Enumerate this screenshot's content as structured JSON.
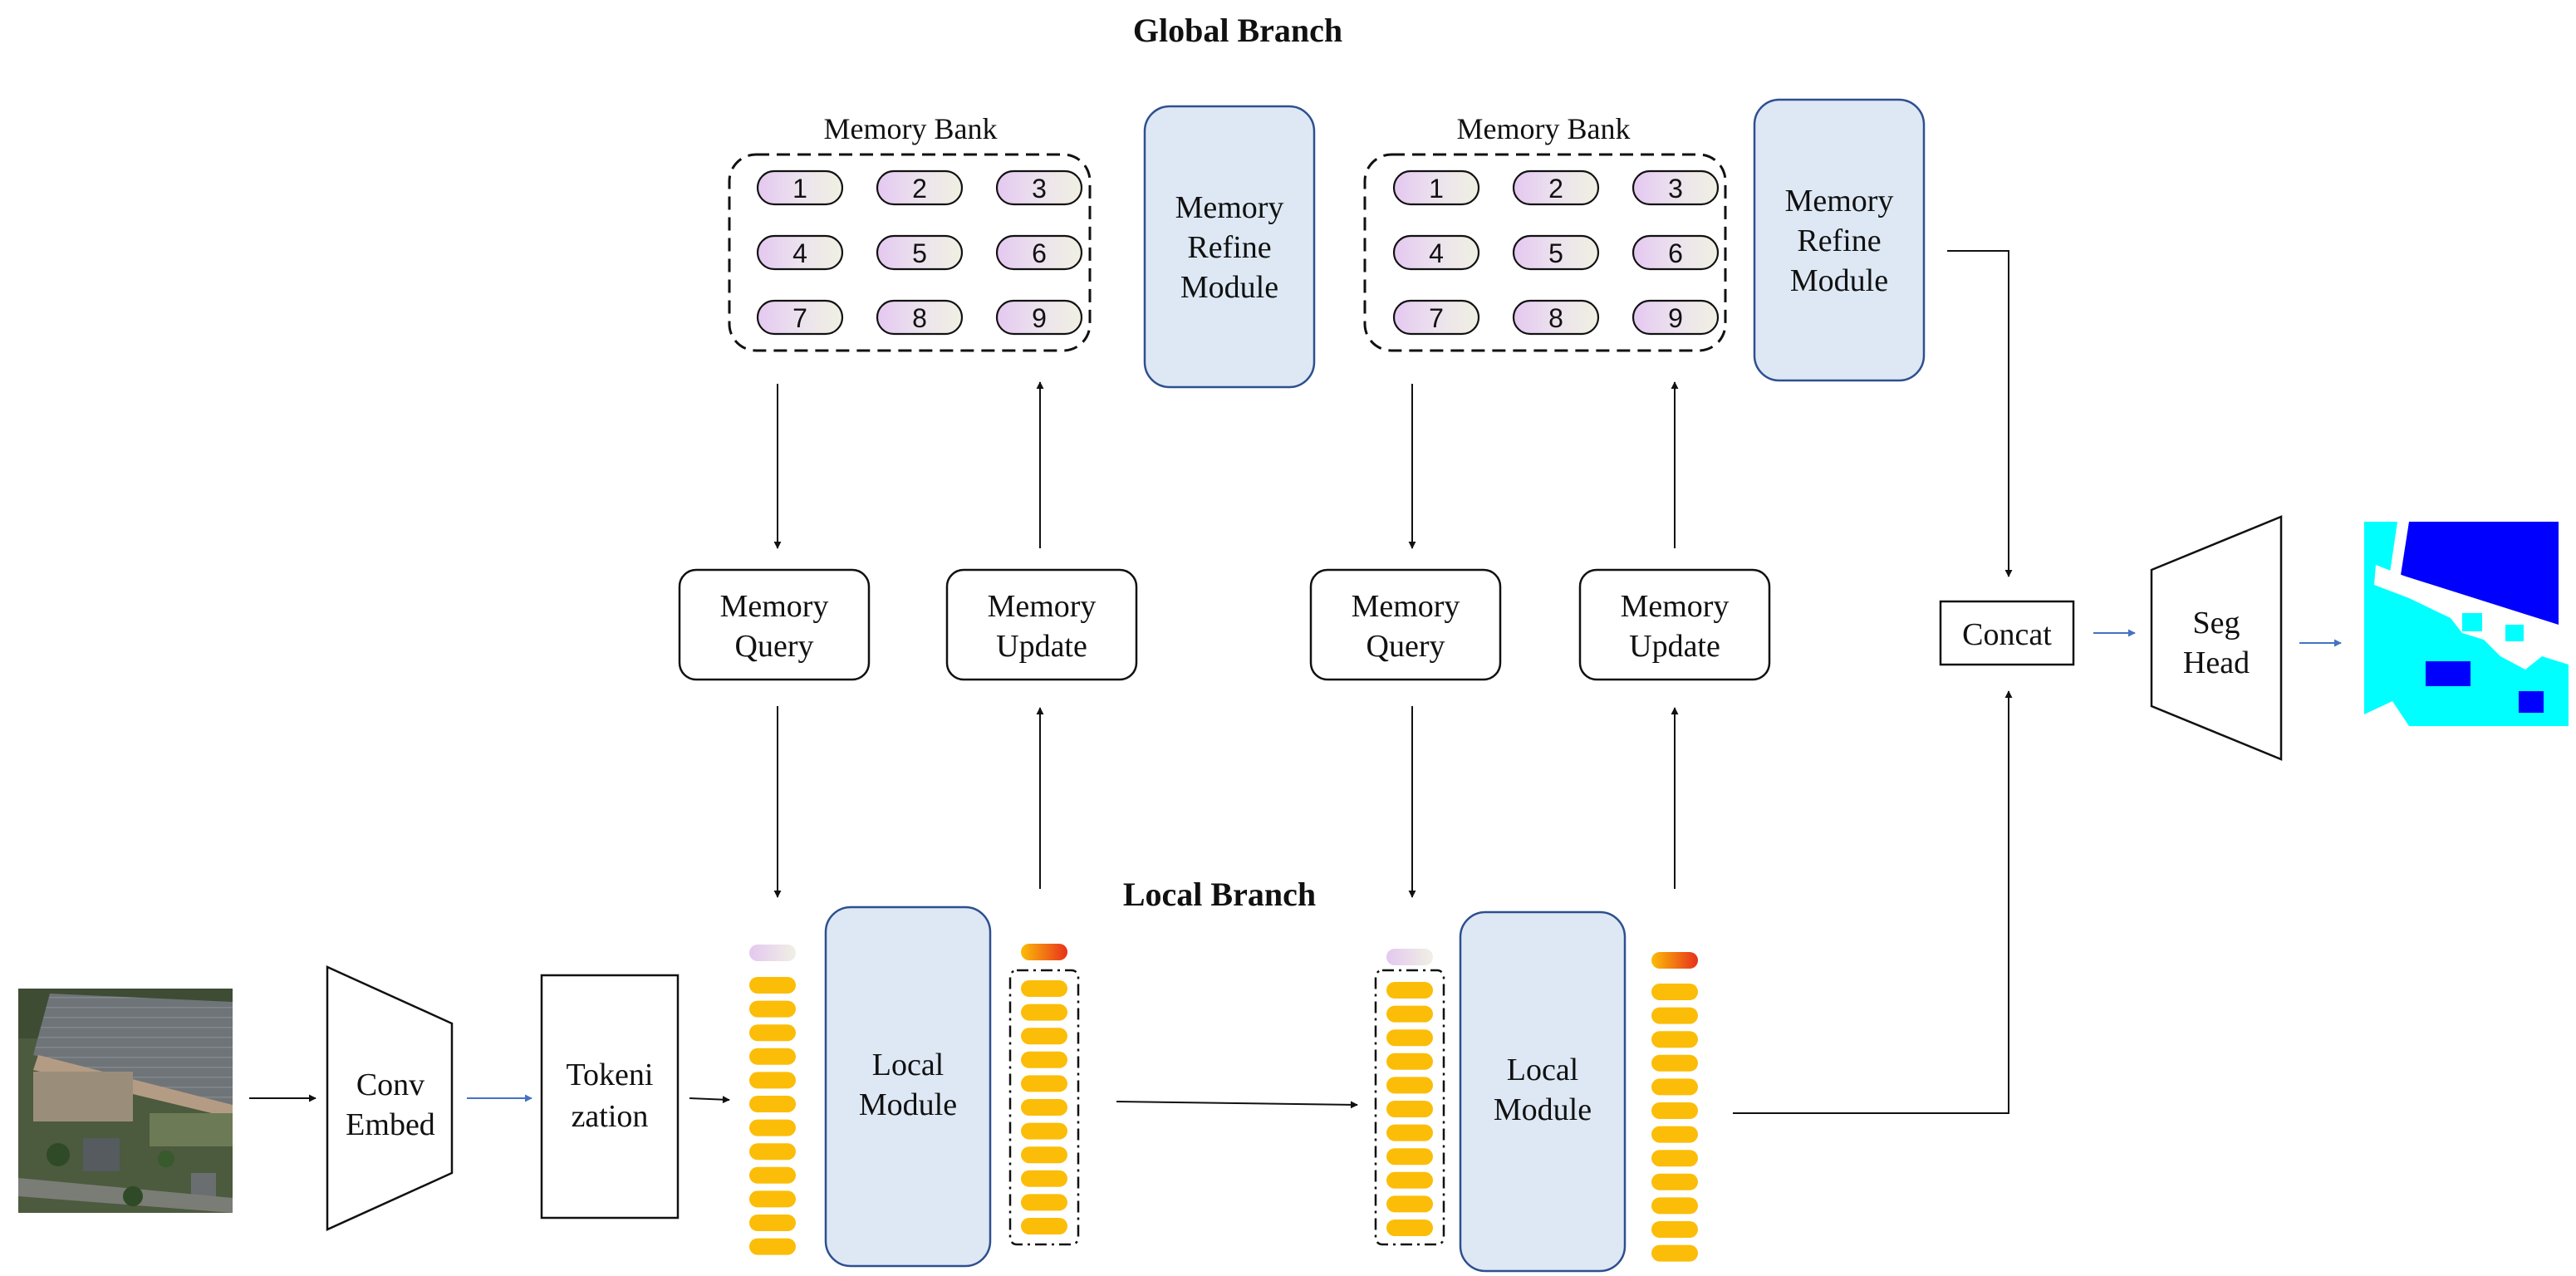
{
  "titles": {
    "global": "Global Branch",
    "local": "Local Branch"
  },
  "memory_banks": [
    {
      "label": "Memory Bank",
      "slots": [
        "1",
        "2",
        "3",
        "4",
        "5",
        "6",
        "7",
        "8",
        "9"
      ]
    },
    {
      "label": "Memory Bank",
      "slots": [
        "1",
        "2",
        "3",
        "4",
        "5",
        "6",
        "7",
        "8",
        "9"
      ]
    }
  ],
  "refine_modules": [
    {
      "lines": [
        "Memory",
        "Refine",
        "Module"
      ]
    },
    {
      "lines": [
        "Memory",
        "Refine",
        "Module"
      ]
    }
  ],
  "query_boxes": [
    {
      "lines": [
        "Memory",
        "Query"
      ]
    },
    {
      "lines": [
        "Memory",
        "Query"
      ]
    }
  ],
  "update_boxes": [
    {
      "lines": [
        "Memory",
        "Update"
      ]
    },
    {
      "lines": [
        "Memory",
        "Update"
      ]
    }
  ],
  "local_modules": [
    {
      "lines": [
        "Local",
        "Module"
      ]
    },
    {
      "lines": [
        "Local",
        "Module"
      ]
    }
  ],
  "conv_embed": {
    "lines": [
      "Conv",
      "Embed"
    ]
  },
  "tokenization": {
    "lines": [
      "Tokeni",
      "zation"
    ]
  },
  "concat": {
    "label": "Concat"
  },
  "seg_head": {
    "lines": [
      "Seg",
      "Head"
    ]
  },
  "colors": {
    "module_fill": "#dde8f4",
    "module_stroke": "#2e4f8f",
    "token": "#fbbd08",
    "token_top_gradient": [
      "#e8301c",
      "#fbbd08"
    ],
    "slot_gradient": [
      "#e6cdf0",
      "#f1f1e4"
    ],
    "blue_arrow": "#4472c4",
    "seg_cyan": "#00ffff",
    "seg_blue": "#0000ff"
  }
}
